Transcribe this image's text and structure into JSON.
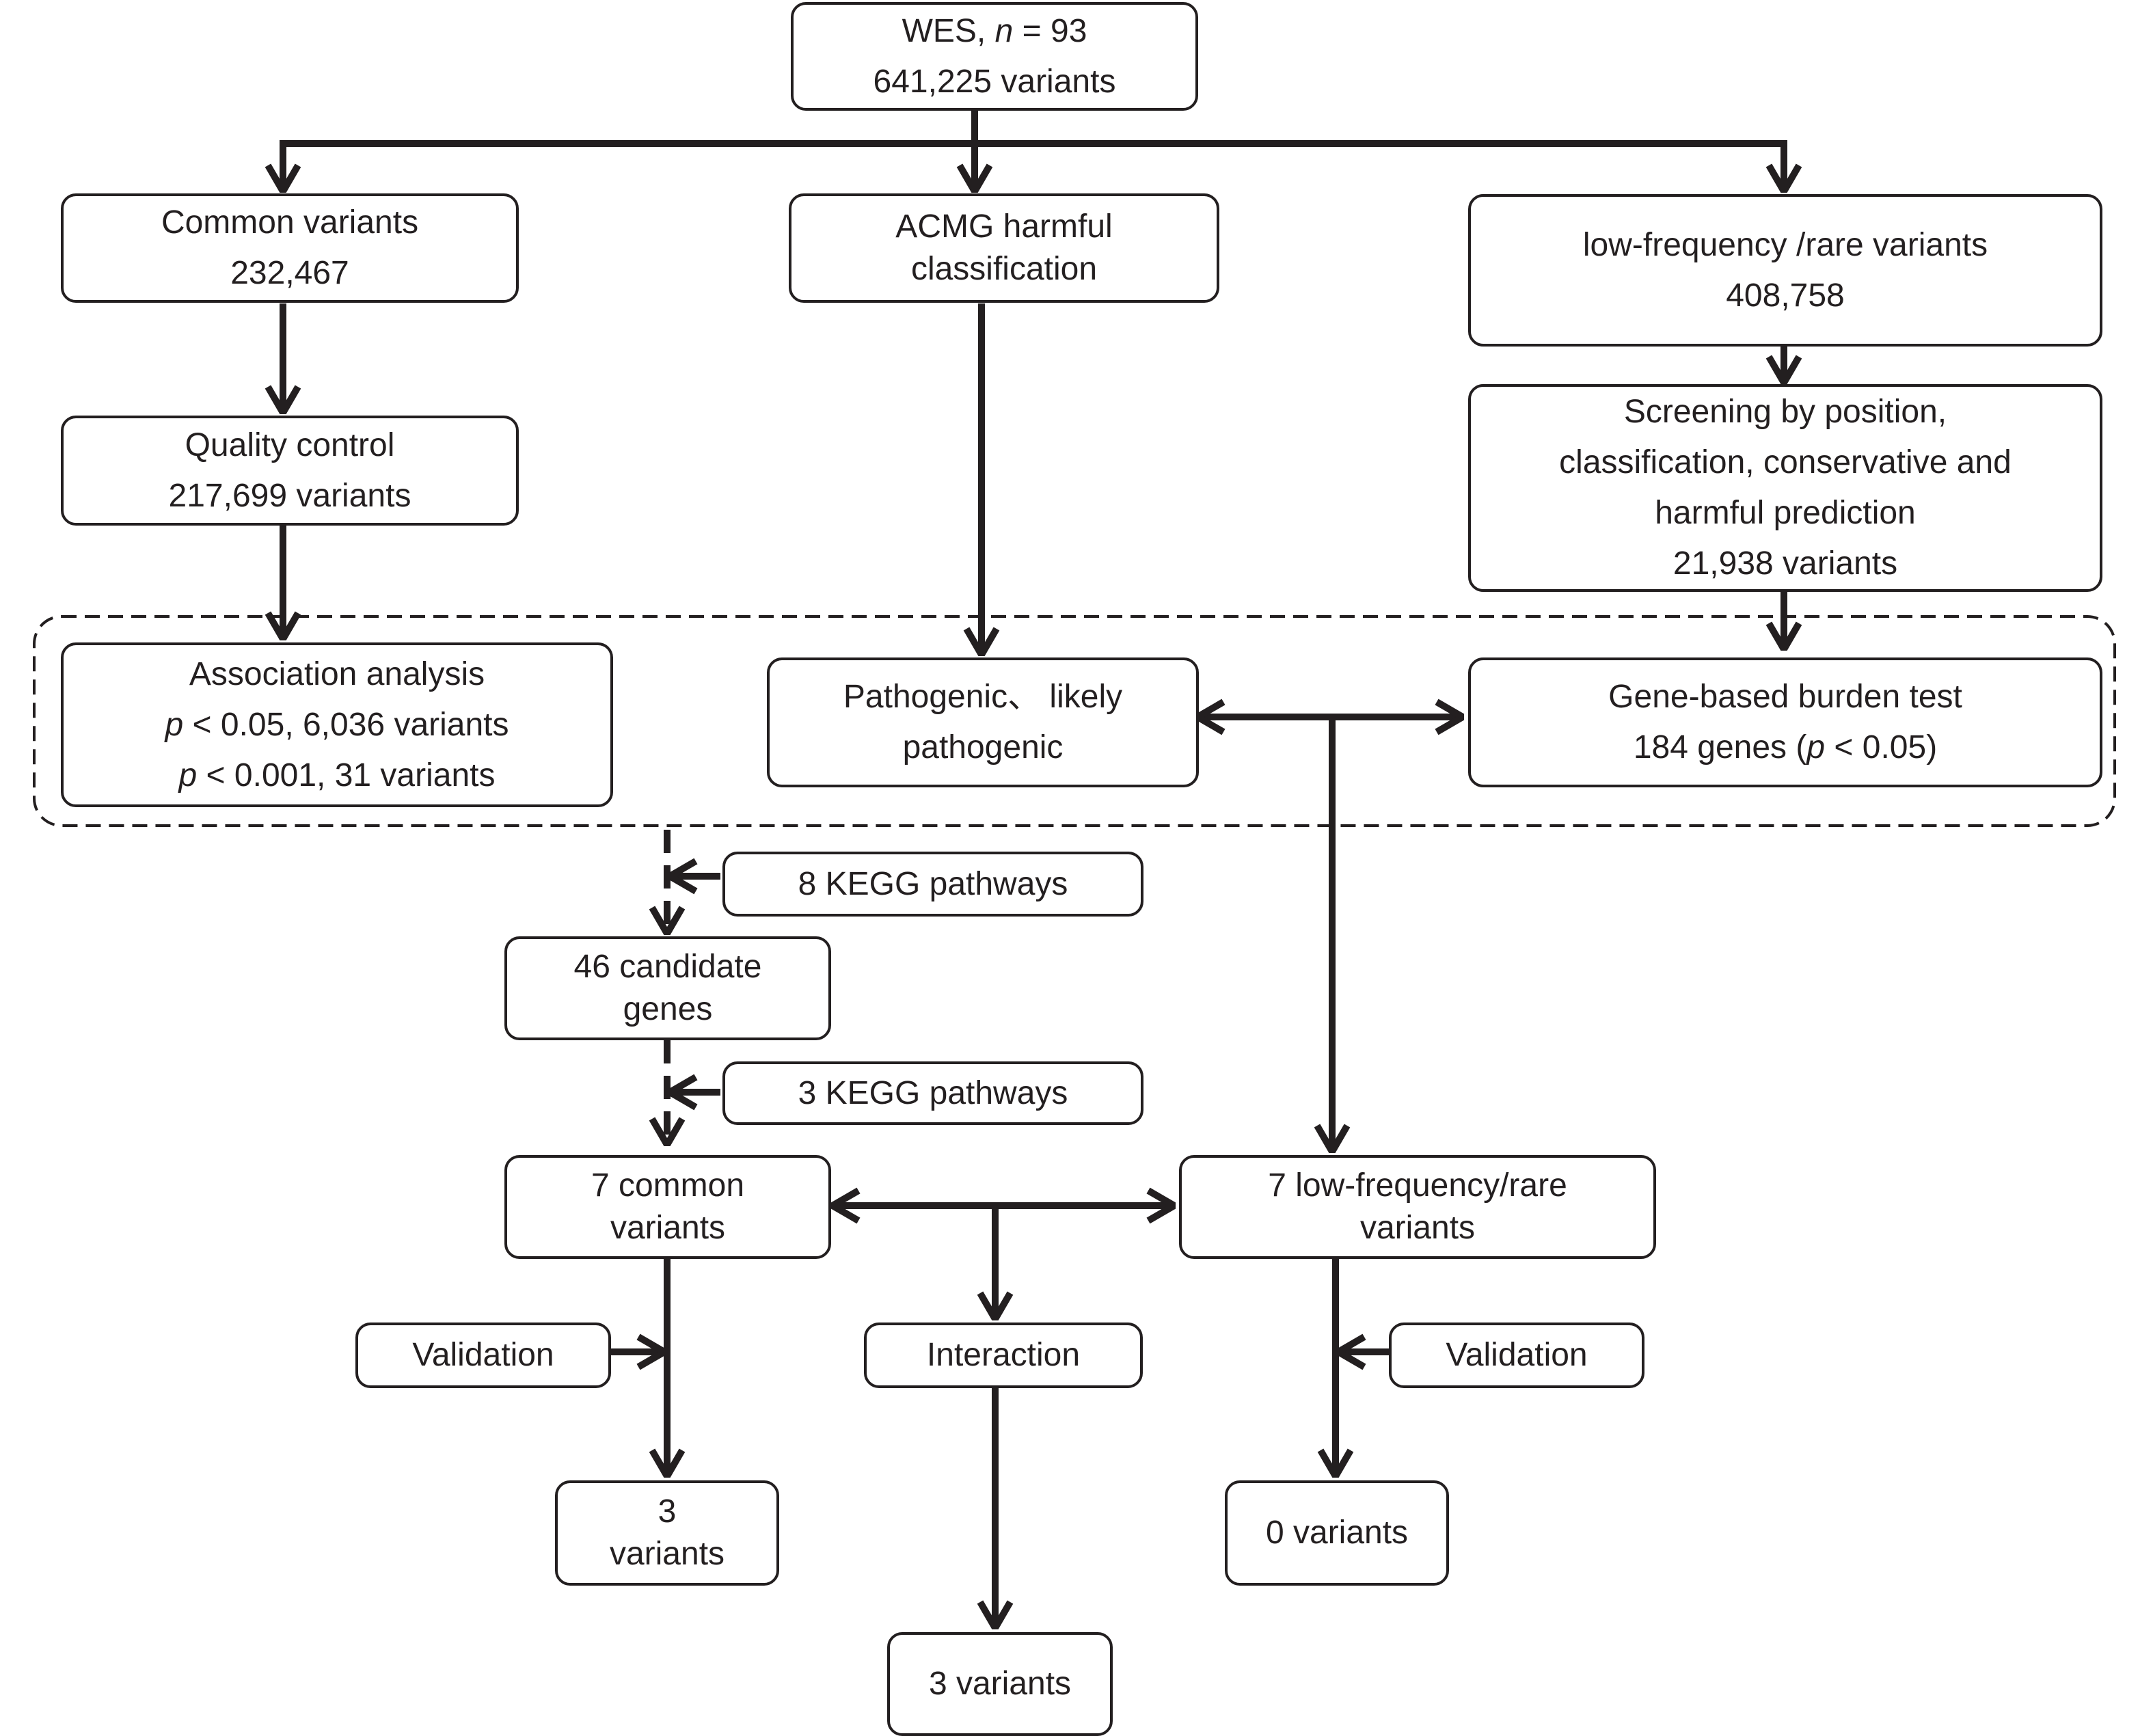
{
  "nodes": {
    "wes": {
      "pre": "WES, ",
      "n_var": "n",
      "post": " = 93",
      "line2": "641,225 variants"
    },
    "common": {
      "line1": "Common variants",
      "line2": "232,467"
    },
    "acmg": {
      "line1": "ACMG harmful",
      "line2": "classification"
    },
    "lowfreq": {
      "line1": "low-frequency /rare variants",
      "line2": "408,758"
    },
    "qc": {
      "line1": "Quality control",
      "line2": "217,699 variants"
    },
    "screening": {
      "line1": "Screening by position,",
      "line2": "classification, conservative and",
      "line3": "harmful prediction",
      "line4": "21,938 variants"
    },
    "assoc": {
      "line1": "Association analysis",
      "p1": "p",
      "line2": " < 0.05, 6,036 variants",
      "p2": "p",
      "line3": " < 0.001, 31 variants"
    },
    "pathogenic": {
      "line1": "Pathogenic、 likely",
      "line2": "pathogenic"
    },
    "burden": {
      "line1": "Gene-based burden test",
      "line2a": "184 genes (",
      "p": "p",
      "line2b": " < 0.05)"
    },
    "kegg8": {
      "label": "8 KEGG pathways"
    },
    "candidates": {
      "line1": "46 candidate",
      "line2": "genes"
    },
    "kegg3": {
      "label": "3 KEGG pathways"
    },
    "common7": {
      "line1": "7 common",
      "line2": "variants"
    },
    "rare7": {
      "line1": "7 low-frequency/rare",
      "line2": "variants"
    },
    "validation_left": {
      "label": "Validation"
    },
    "interaction": {
      "label": "Interaction"
    },
    "validation_right": {
      "label": "Validation"
    },
    "result_left": {
      "line1": "3",
      "line2": "variants"
    },
    "result_right": {
      "label": "0 variants"
    },
    "result_bottom": {
      "label": "3 variants"
    }
  }
}
